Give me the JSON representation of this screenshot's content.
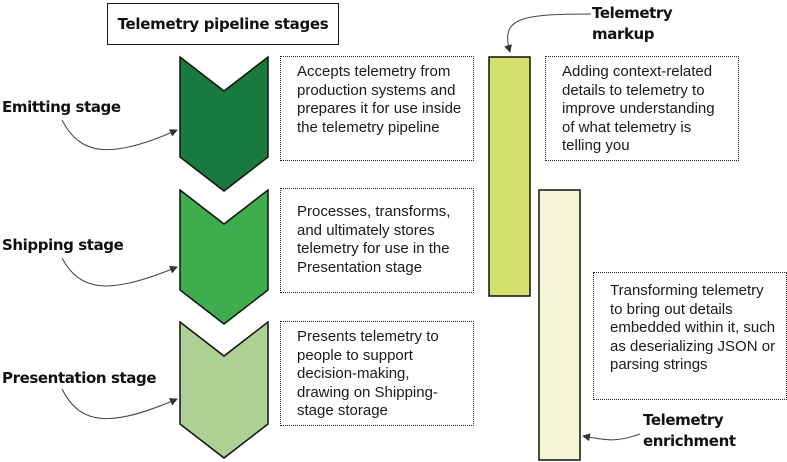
{
  "title": "Telemetry pipeline stages",
  "stages": [
    {
      "label": "Emitting stage",
      "description": "Accepts telemetry from production systems and prepares it for use inside the telemetry pipeline",
      "color": "#187a3e"
    },
    {
      "label": "Shipping stage",
      "description": "Processes, transforms, and ultimately stores telemetry for use in the Presentation stage",
      "color": "#3ead4d"
    },
    {
      "label": "Presentation stage",
      "description": "Presents telemetry to people to support decision-making, drawing on Shipping-stage storage",
      "color": "#add195"
    }
  ],
  "processes": [
    {
      "label_line1": "Telemetry",
      "label_line2": "markup",
      "description": "Adding context-related details to telemetry to improve understanding of what telemetry is telling you",
      "color": "#d2e06e"
    },
    {
      "label_line1": "Telemetry",
      "label_line2": "enrichment",
      "description": "Transforming telemetry to bring out details embedded within it, such as deserializing JSON or parsing strings",
      "color": "#f4f6d5"
    }
  ]
}
